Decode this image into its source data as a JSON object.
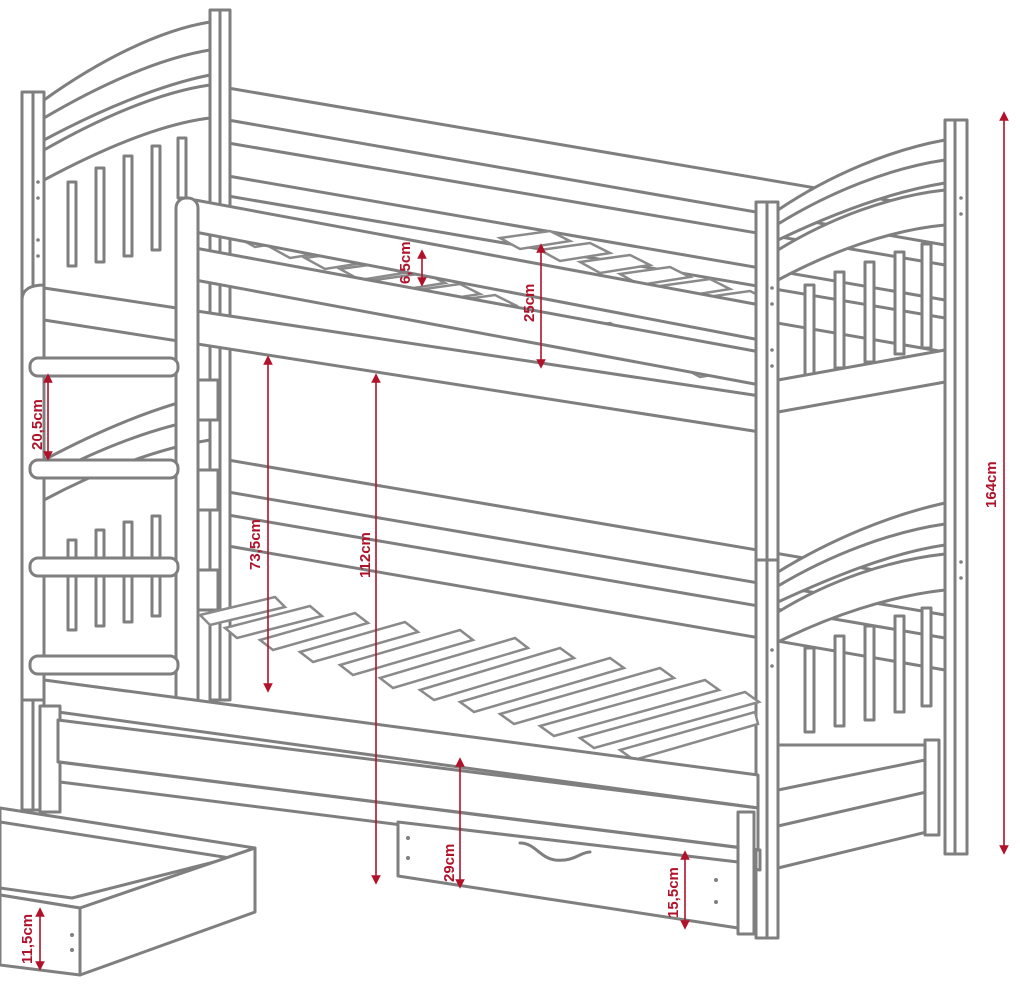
{
  "diagram": {
    "accent_color": "#b0122a",
    "line_color": "#7f7f7f",
    "dimensions": {
      "slat_gap": "6,5cm",
      "guard_height": "25cm",
      "ladder_step": "20,5cm",
      "lower_clearance": "73,5cm",
      "upper_height": "112cm",
      "total_height": "164cm",
      "trundle_height": "29cm",
      "drawer_front_height": "15,5cm",
      "drawer_height": "11,5cm"
    }
  }
}
